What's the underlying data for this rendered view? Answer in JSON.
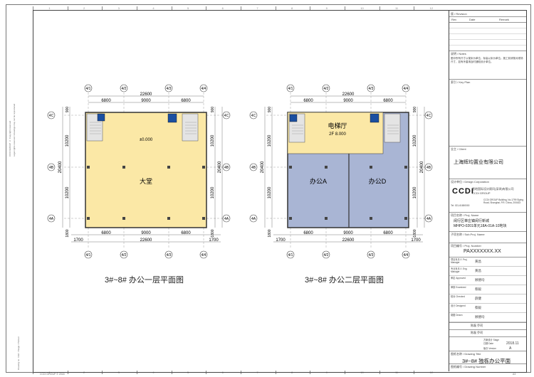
{
  "sheet": {
    "tick_numbers_top": [
      "1",
      "2",
      "3",
      "4",
      "5",
      "6",
      "7",
      "8",
      "9",
      "10",
      "11",
      "12"
    ],
    "side_notes": [
      "CCDI GROUP © Copyright reserved",
      "Legal rights reserved / drawings may not be reproduced",
      "Drawing no. / Ref. / Stage / Printed"
    ],
    "footer_left": "CCDI GROUP © 2018",
    "footer_right": "A3"
  },
  "plans": {
    "left": {
      "title": "3#~8# 办公一层平面图",
      "grid_top": [
        "4/1",
        "4/2",
        "4/3",
        "4/4"
      ],
      "grid_side": [
        "4C",
        "4B",
        "4A"
      ],
      "dim_total": "22600",
      "dim_spans": [
        "6800",
        "9000",
        "6800"
      ],
      "dim_left_vertical": [
        "10200",
        "10200"
      ],
      "dim_left_total": "20400",
      "dim_side_small": "900",
      "dim_bottom_spans": [
        "1700",
        "22600",
        "1700"
      ],
      "dim_bottom_sub": [
        "6800",
        "9000",
        "6800"
      ],
      "dim_lower": "1800",
      "room_label": "大堂",
      "level_label": "±0.000"
    },
    "right": {
      "title": "3#~8# 办公二层平面图",
      "grid_top": [
        "4/1",
        "4/2",
        "4/3",
        "4/4"
      ],
      "grid_side": [
        "4C",
        "4B",
        "4A"
      ],
      "dim_total": "22600",
      "dim_spans": [
        "6800",
        "9000",
        "6800"
      ],
      "dim_left_vertical": [
        "10200",
        "10200"
      ],
      "dim_left_total": "20400",
      "dim_side_small": "900",
      "dim_bottom_spans": [
        "1700",
        "22600",
        "1700"
      ],
      "dim_bottom_sub": [
        "6800",
        "9000",
        "6800"
      ],
      "dim_lower": "1800",
      "room_lobby": "电梯厅",
      "room_lobby_level": "2F  8.000",
      "room_a": "办公A",
      "room_d": "办公D"
    }
  },
  "title_block": {
    "revision_header": "版 / Revision",
    "rev_cols": [
      "Rev",
      "Date",
      "Remark"
    ],
    "notes_header": "说明 / Notes",
    "notes_text": "图中所有尺寸以毫米为单位，标高以米为单位。施工前请核对现场尺寸，如有矛盾请及时通知设计单位。",
    "keyplan_header": "索引 / Key Plan",
    "client_header": "业主 / Client",
    "client_name": "上海辉均置业有限公司",
    "design_header": "设计单位 / Design Corporation",
    "design_name_cn": "悉地国际设计顾问(深圳)有限公司",
    "design_name_en": "CCDI GROUP",
    "logo_text": "CCDI",
    "design_address": "CCDI GROUP Building, No.1799 Siping Road, Shanghai, P.R. China, 200433",
    "design_tel": "Tel: 021-61650000",
    "project_header": "项目名称 / Proj. Name",
    "project_name": "闵行区莘庄镇闵行新城\nMHPO-0201单元18A-01A-10地块",
    "subproj_header": "子项名称 / Sub.Proj. Name",
    "job_header": "项目编号 / Proj. Number",
    "job_number": "PAXXXXXXX.XX",
    "roles": [
      {
        "label": "项目负责人 Proj. Manager",
        "name": "黄昌"
      },
      {
        "label": "专业负责人 Eng. Manager",
        "name": "黄昌"
      },
      {
        "label": "审定 Approved",
        "name": "顾德均"
      },
      {
        "label": "审核 Examined",
        "name": "蔡毅"
      },
      {
        "label": "校对 Checked",
        "name": "薛健"
      },
      {
        "label": "设计 Designed",
        "name": "蔡毅"
      },
      {
        "label": "制图 Drawn",
        "name": "顾德均"
      }
    ],
    "sign1": "陈磊 乔珂",
    "sign2": "陈磊 乔珂",
    "stage_label": "方案设计 Stage",
    "date_label": "日期 Date",
    "date_value": "2018.11",
    "version_label": "版次 Version",
    "version_value": "A",
    "drawing_title_header": "图纸名称 / Drawing Title",
    "drawing_title": "3#~8# 独栋办公平面",
    "drawing_no_header": "图纸编号 / Drawing Number",
    "drawing_no": ""
  }
}
